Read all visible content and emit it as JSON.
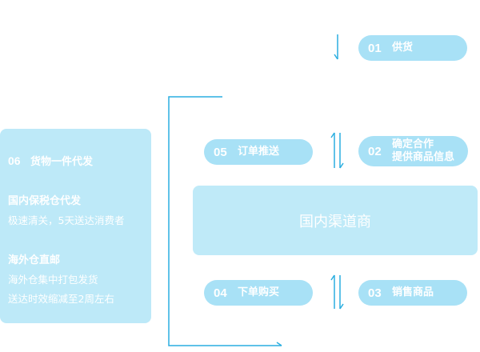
{
  "steps": {
    "s01": {
      "num": "01",
      "label": "供货"
    },
    "s02": {
      "num": "02",
      "label_line1": "确定合作",
      "label_line2": "提供商品信息"
    },
    "s03": {
      "num": "03",
      "label": "销售商品"
    },
    "s04": {
      "num": "04",
      "label": "下单购买"
    },
    "s05": {
      "num": "05",
      "label": "订单推送"
    }
  },
  "center": {
    "label": "国内渠道商"
  },
  "side": {
    "num": "06",
    "title": "货物一件代发",
    "bonded": {
      "title": "国内保税仓代发",
      "desc": "极速清关，5天送达消费者"
    },
    "overseas": {
      "title": "海外仓直邮",
      "desc_line1": "海外仓集中打包发货",
      "desc_line2": "送达时效缩减至2周左右"
    }
  },
  "colors": {
    "pill": "#a8e1f6",
    "box": "#bfeaf8",
    "arrow": "#2aaee0"
  }
}
